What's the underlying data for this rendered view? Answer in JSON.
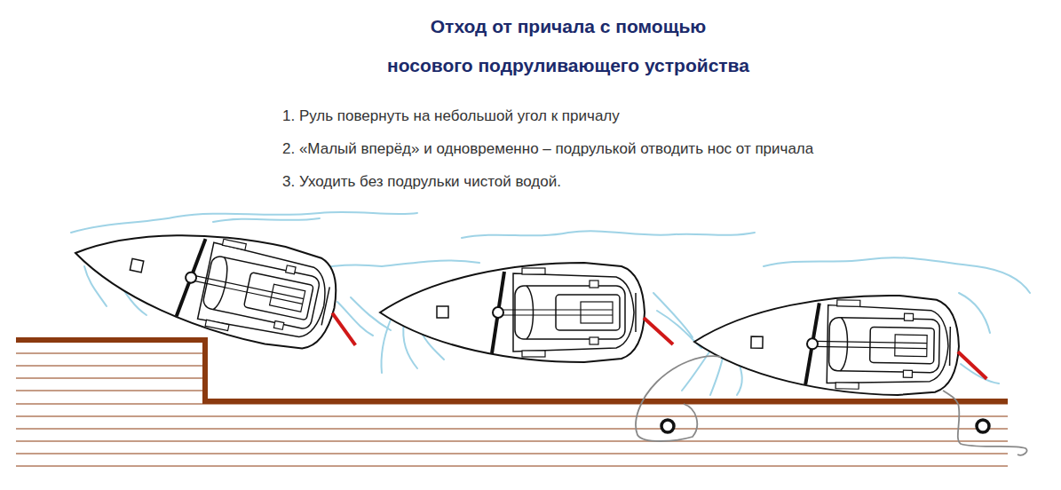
{
  "diagram": {
    "title": "Отход от причала с помощью носового подруливающего устройства",
    "labels": [
      "1. Руль повернуть на небольшой угол к причалу",
      "2. «Малый вперёд» и одновременно – подрулькой отводить нос от причала",
      "3. Уходить без подрульки чистой водой."
    ]
  }
}
